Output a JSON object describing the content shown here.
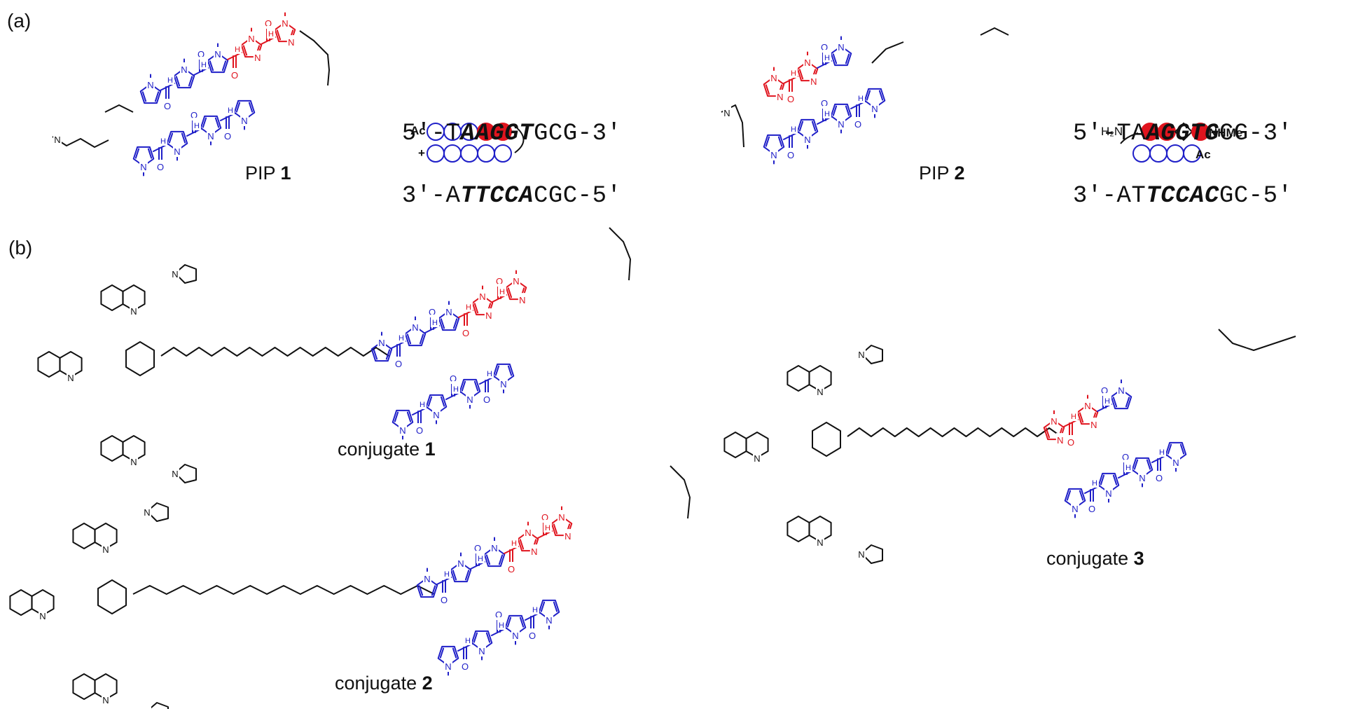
{
  "panels": {
    "a": "(a)",
    "b": "(b)"
  },
  "pip1": {
    "caption_prefix": "PIP ",
    "caption_number": "1",
    "dna_top": {
      "start": "5′-T",
      "bold": "AAGGT",
      "end": "GCG-3′"
    },
    "dna_bottom": {
      "start": "3′-A",
      "bold": "TTCCA",
      "end": "CGC-5′"
    },
    "ac_label": "Ac",
    "plus_label": "+"
  },
  "pip2": {
    "caption_prefix": "PIP ",
    "caption_number": "2",
    "dna_top": {
      "start": "5′-TA",
      "bold": "AGGTG",
      "end": "CG-3′"
    },
    "dna_bottom": {
      "start": "3′-AT",
      "bold": "TCCAC",
      "end": "GC-5′"
    },
    "h2n_label": "H₂N",
    "nhme_label": "NHMe",
    "ac_label": "Ac"
  },
  "conjugates": [
    {
      "prefix": "conjugate ",
      "number": "1"
    },
    {
      "prefix": "conjugate ",
      "number": "2"
    },
    {
      "prefix": "conjugate ",
      "number": "3"
    }
  ],
  "atom_labels": {
    "n": "N",
    "nh": "NH",
    "h": "H",
    "o": "O"
  },
  "colors": {
    "pyrrole_blue": "#1f1fc8",
    "imidazole_red": "#e0141e",
    "linker_black": "#111111"
  }
}
